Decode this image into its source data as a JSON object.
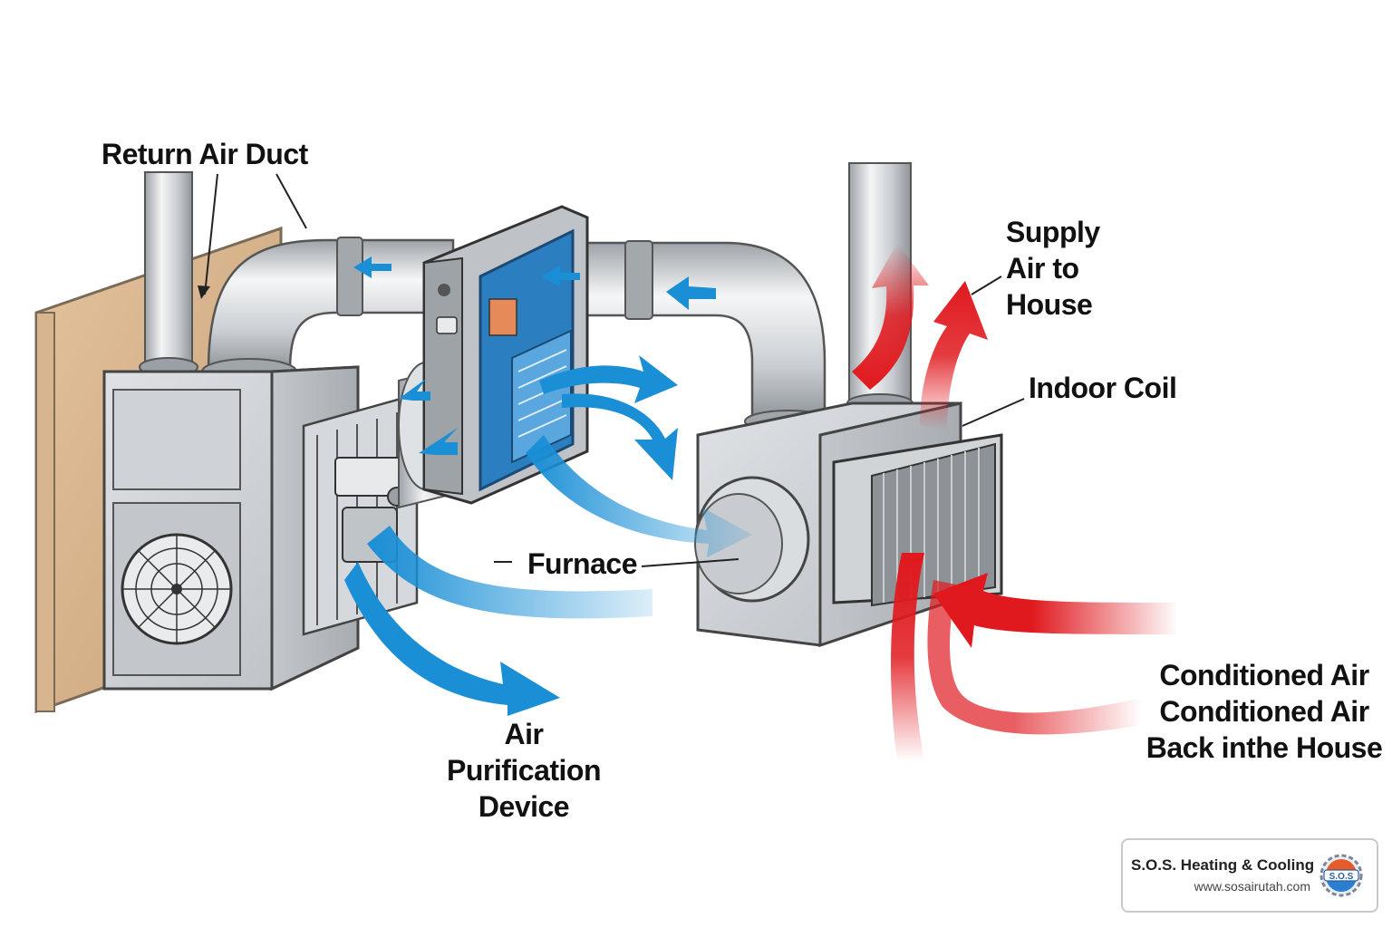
{
  "labels": {
    "return_air_duct": "Return Air Duct",
    "supply_air": [
      "Supply",
      "Air to",
      "House"
    ],
    "indoor_coil": "Indoor Coil",
    "furnace": "Furnace",
    "air_purification": [
      "Air Purification",
      "Device"
    ],
    "conditioned_air": [
      "Conditioned Air",
      "Conditioned Air",
      "Back inthe House"
    ]
  },
  "brand": {
    "name": "S.O.S. Heating & Cooling",
    "url": "www.sosairutah.com",
    "logo_text": "S.O.S"
  },
  "colors": {
    "return_air_arrow": "#1a8fd6",
    "supply_air_arrow": "#e0191e",
    "duct_metal": "#d4d7db",
    "wall_panel": "#d9b58e",
    "text": "#111111"
  }
}
